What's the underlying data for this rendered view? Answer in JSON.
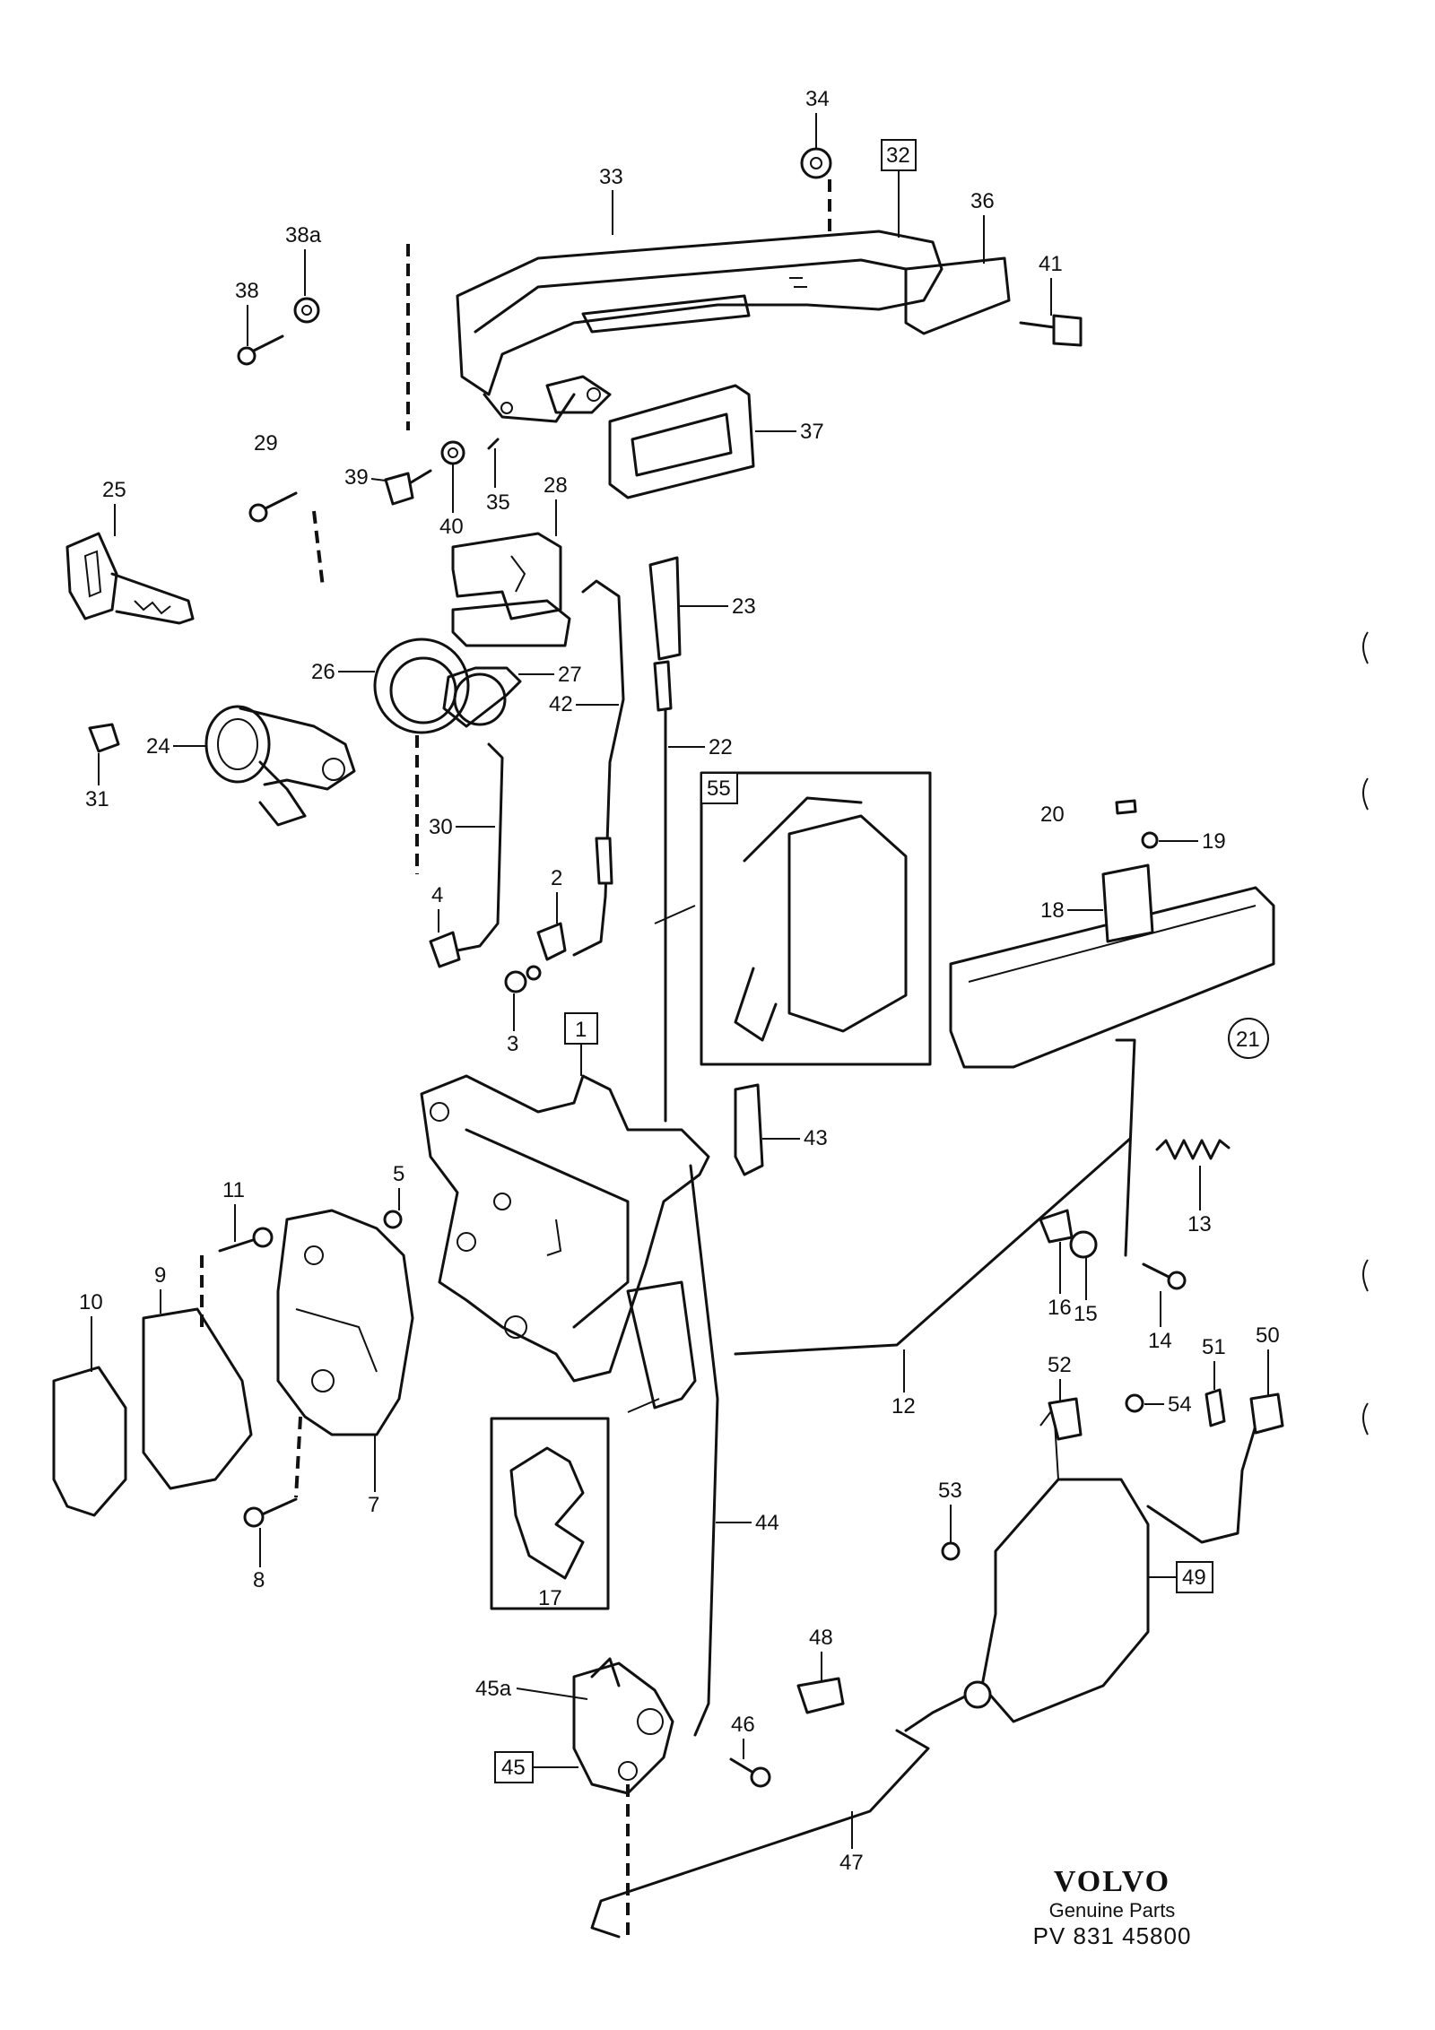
{
  "labels": {
    "l1": "1",
    "l2": "2",
    "l3": "3",
    "l4": "4",
    "l5": "5",
    "l7": "7",
    "l8": "8",
    "l9": "9",
    "l10": "10",
    "l11": "11",
    "l12": "12",
    "l13": "13",
    "l14": "14",
    "l15": "15",
    "l16": "16",
    "l17": "17",
    "l18": "18",
    "l19": "19",
    "l20": "20",
    "l21": "21",
    "l22": "22",
    "l23": "23",
    "l24": "24",
    "l25": "25",
    "l26": "26",
    "l27": "27",
    "l28": "28",
    "l29": "29",
    "l30": "30",
    "l31": "31",
    "l32": "32",
    "l33": "33",
    "l34": "34",
    "l35": "35",
    "l36": "36",
    "l37": "37",
    "l38": "38",
    "l38a": "38a",
    "l39": "39",
    "l40": "40",
    "l41": "41",
    "l42": "42",
    "l43": "43",
    "l44": "44",
    "l45": "45",
    "l45a": "45a",
    "l46": "46",
    "l47": "47",
    "l48": "48",
    "l49": "49",
    "l50": "50",
    "l51": "51",
    "l52": "52",
    "l53": "53",
    "l54": "54",
    "l55": "55"
  },
  "branding": {
    "brand": "VOLVO",
    "subtitle": "Genuine Parts",
    "part_number": "PV 831 45800"
  }
}
